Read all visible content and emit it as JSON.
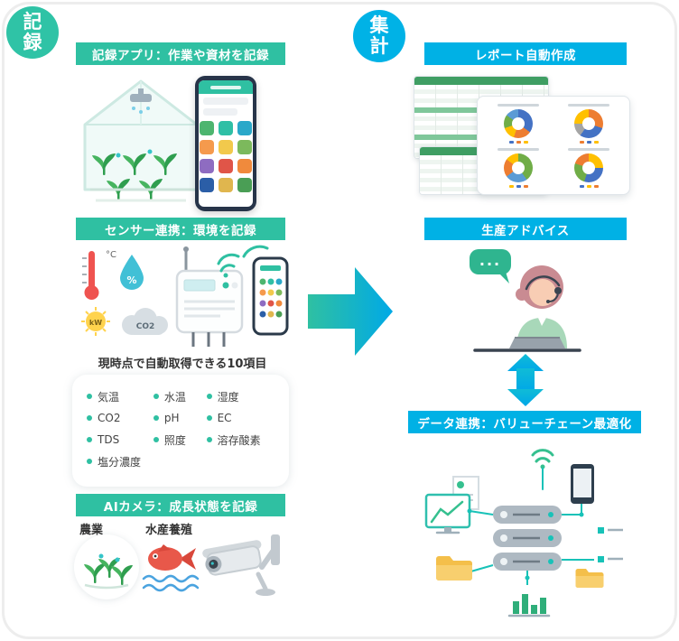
{
  "badges": {
    "record": {
      "char1": "記",
      "char2": "録"
    },
    "aggregate": {
      "char1": "集",
      "char2": "計"
    }
  },
  "left": {
    "app_section": {
      "title": "記録アプリ：作業や資材を記録"
    },
    "sensor_section": {
      "title": "センサー連携：環境を記録",
      "subtitle": "現時点で自動取得できる10項目",
      "icons": {
        "temperature_unit": "°C",
        "humidity_percent": "%",
        "power_unit": "kW",
        "co2_label": "CO2"
      },
      "items": {
        "col1": [
          "気温",
          "CO2",
          "TDS",
          "塩分濃度"
        ],
        "col2": [
          "水温",
          "pH",
          "照度"
        ],
        "col3": [
          "湿度",
          "EC",
          "溶存酸素"
        ]
      }
    },
    "camera_section": {
      "title": "AIカメラ：成長状態を記録",
      "label_agriculture": "農業",
      "label_aquaculture": "水産養殖"
    }
  },
  "right": {
    "report_section": {
      "title": "レポート自動作成"
    },
    "advice_section": {
      "title": "生産アドバイス",
      "speech_dots": "..."
    },
    "data_section": {
      "title": "データ連携：バリューチェーン最適化"
    }
  },
  "colors": {
    "teal": "#2fc0a2",
    "blue": "#00b1e5"
  }
}
